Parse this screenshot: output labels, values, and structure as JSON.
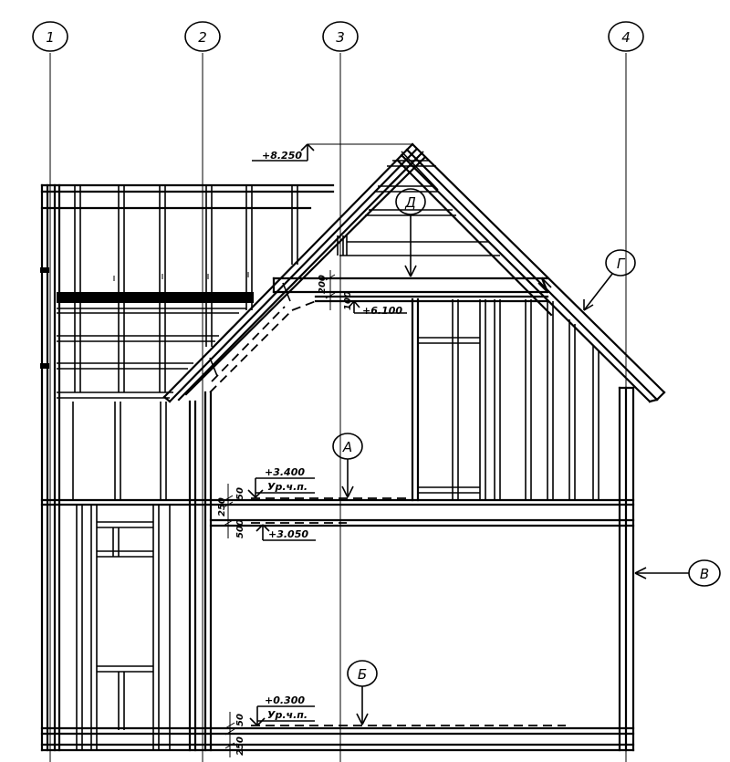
{
  "axes": [
    {
      "id": "axis-1",
      "label": "1"
    },
    {
      "id": "axis-2",
      "label": "2"
    },
    {
      "id": "axis-3",
      "label": "3"
    },
    {
      "id": "axis-4",
      "label": "4"
    }
  ],
  "levels": {
    "ridge": "+8.250",
    "ceiling": "+6.100",
    "second_floor": "+3.400",
    "second_floor_note": "Ур.ч.п.",
    "floor_beam": "+3.050",
    "first_floor": "+0.300",
    "first_floor_note": "Ур.ч.п."
  },
  "dimensions": {
    "roof_200": "200",
    "roof_100": "100",
    "upper_50": "50",
    "upper_250": "250",
    "upper_500": "500",
    "lower_50": "50",
    "lower_250": "250"
  },
  "callouts": {
    "a": "А",
    "b": "Б",
    "v": "В",
    "g": "Г",
    "d": "Д"
  }
}
